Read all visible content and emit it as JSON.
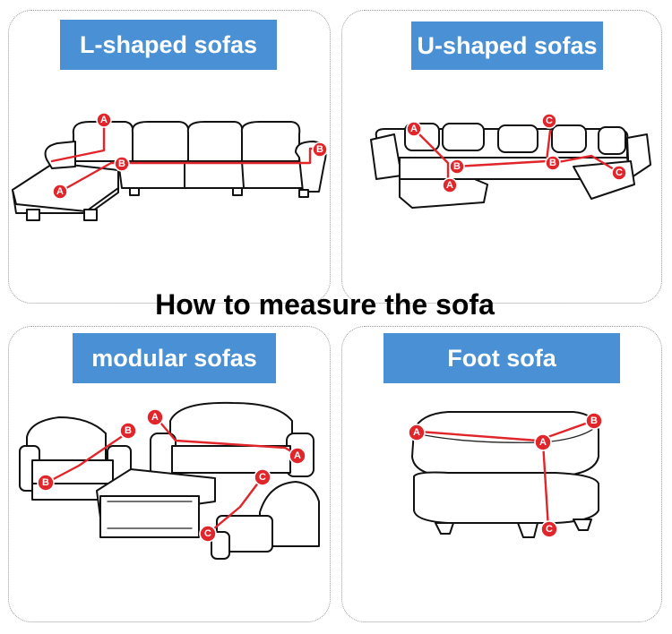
{
  "main_title": "How to measure the sofa",
  "panels": [
    {
      "title": "L-shaped sofas",
      "markers": [
        "A",
        "A",
        "B",
        "B"
      ]
    },
    {
      "title": "U-shaped sofas",
      "markers": [
        "A",
        "A",
        "B",
        "B",
        "C",
        "C"
      ]
    },
    {
      "title": "modular sofas",
      "markers": [
        "A",
        "A",
        "B",
        "B",
        "C",
        "C"
      ]
    },
    {
      "title": "Foot sofa",
      "markers": [
        "A",
        "A",
        "B",
        "C"
      ]
    }
  ],
  "colors": {
    "banner": "#4a90d4",
    "marker": "#e0252b",
    "line_art": "#111111"
  }
}
